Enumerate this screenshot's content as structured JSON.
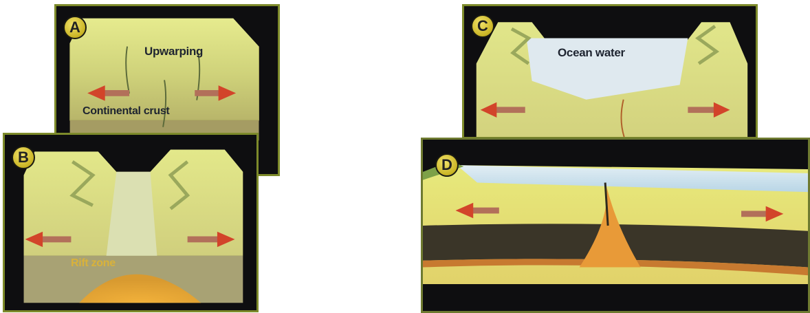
{
  "panels": [
    {
      "letter": "A",
      "labels": {
        "top": "Upwarping",
        "bottom": "Continental crust"
      }
    },
    {
      "letter": "B",
      "labels": {
        "bottom": "Rift zone"
      }
    },
    {
      "letter": "C",
      "labels": {
        "top": "Ocean water"
      }
    },
    {
      "letter": "D"
    }
  ],
  "colors": {
    "border": "#7d8a2a",
    "background": "#0e0e10",
    "crust_yellow": "#d8d873",
    "arrow_red": "#d2442a",
    "water": "#cfe3ee",
    "magma": "#e6a53a"
  }
}
